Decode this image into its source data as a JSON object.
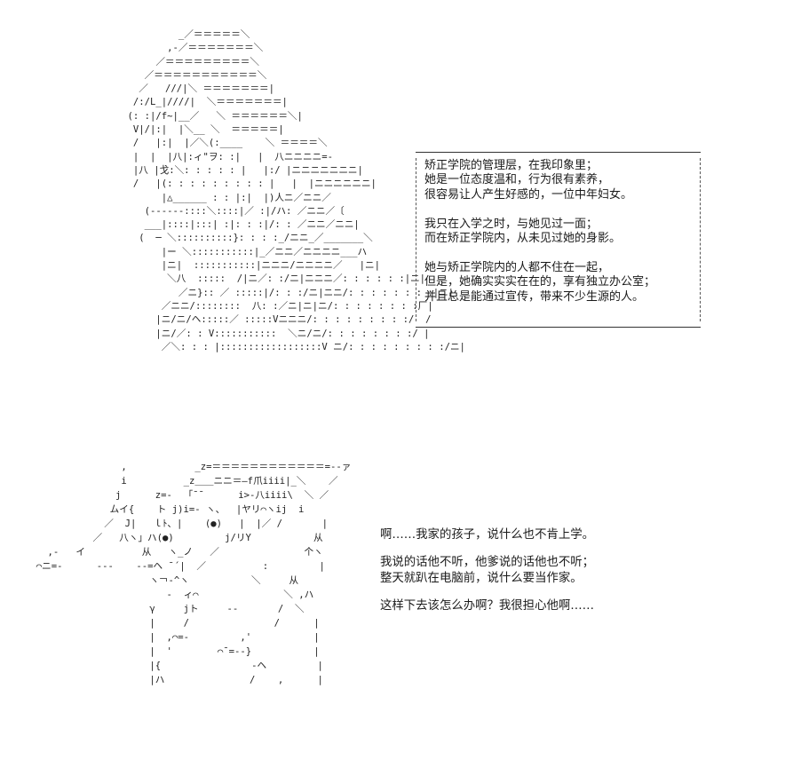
{
  "art": {
    "top": "             _／＝＝＝＝＝＼\n           ,-／＝＝＝＝＝＝＝＼\n         ／＝＝＝＝＝＝＝＝＝＼\n       ／＝＝＝＝＝＝＝＝＝＝＝＼\n      ／   ///|＼ ＝＝＝＝＝＝＝|\n     /:/L_|////|  ＼＝＝＝＝＝＝＝|\n    (: :|/f~|__／   ＼ ＝＝＝＝＝＝＼|\n     V|/|:|  |＼__ ＼  ＝＝＝＝＝|\n     /   |:|  |／＼(:____    ＼ ＝＝＝＝＼\n     |  |  |八|:ィ\"ヲ: :|   |  八ニニニニ=-\n     |八 |戈:＼: : : : : |   |:/ |ニニニニニニニ|\n     /   |(: : : : : : : : : |   |  |ニニニニニニ|\n          |△______ : : |:|  |)人ニ／ニニ／\n       (------::::＼::::|／ :|/ハ: ／ニニ／〔\n       ___|::::|:::| :|: : :|/: : ／ニニ／ニニ|\n      (  ─ ＼::::::::::}: : : :_/ニニ_／_______＼\n          |ー ＼:::::::::::|_／ニニ／ニニニニ___ハ\n          |ニ|  :::::::::::|ニニニ/ニニニニ／   |ニ|\n           ＼八  :::::  /|ニ／: :/ニ|ニニニ／: : : : : :|ニ|\n             ／ニ}:: ／ :::::|/: : :/ニ|ニニ/: : : : : : : :|ニ|\n          ／ニニ/::::::::  八: :／ニ|ニ|ニ/: : : : : : : :厂|\n         |ニ/ニ/ヘ:::::／ :::::Vニニニ/: : : : : : : : :/  /\n         |ニ/／: : V:::::::::::  ＼ニ/ニ/: : : : : : : :/ |\n          ／＼: : : |::::::::::::::::::V ニ/: : : : : : : : :/ニ|",
    "bottom": "                 ,            _z=＝＝＝＝＝＝＝＝＝＝＝＝=-‐ァ\n                 i          _z＿＿ニニ＝―f爪iiii|_＼    ／\n                j      z=-  「¯¯      i>-八iiii\\  ＼ ／\n               ムイ{    ト j)i=- ヽ、  |ヤリ⌒ヽij  i\n              ／  J|   ｌﾄ、|    (●)   |  |／ /       |\n            ／   八ヽ」ハ(●)         j/リY           从\n    ,-   イ          从   ヽ_ノ   ／               个ヽ\n  ⌒ニ=-      ---    --=ヘ ¯´|  ／          :         |\n                      ヽ￢-^ヽ           ＼     从\n                         -  ィ⌒               ＼ ,ハ\n                      γ     jト     --       /  ＼\n                      |     /               /      |\n                      |  ,⌒=-         ,'           |\n                      |  '        ⌒¯=--}           |\n                      |{                -ヘ         |\n                      |ハ               /    ,      |"
  },
  "narration": {
    "p1": [
      "矫正学院的管理层，在我印象里；",
      "她是一位态度温和，行为很有素养，",
      "很容易让人产生好感的，一位中年妇女。"
    ],
    "p2": [
      "我只在入学之时，与她见过一面；",
      "而在矫正学院内，从未见过她的身影。"
    ],
    "p3": [
      "她与矫正学院内的人都不住在一起，",
      "但是，她确实实实在在的，享有独立办公室；",
      "并且总是能通过宣传，带来不少生源的人。"
    ]
  },
  "speech": {
    "p1": "啊……我家的孩子，说什么也不肯上学。",
    "p2": [
      "我说的话他不听，他爹说的话他也不听；",
      "整天就趴在电脑前，说什么要当作家。"
    ],
    "p3": "这样下去该怎么办啊？我很担心他啊……"
  }
}
